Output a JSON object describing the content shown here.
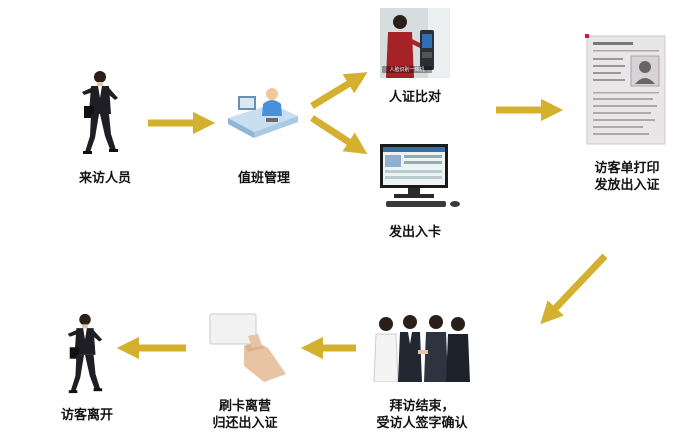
{
  "accent_color": "#d4b02f",
  "nodes": {
    "visitor": {
      "label": "来访人员",
      "icon": "walking-businessman-icon"
    },
    "duty": {
      "label": "值班管理",
      "icon": "reception-desk-icon"
    },
    "id_check": {
      "label": "人证比对",
      "icon": "id-verification-terminal-icon",
      "screen_text": "人脸识别一体机"
    },
    "issue_card": {
      "label": "发出入卡",
      "icon": "desktop-computer-icon"
    },
    "print": {
      "label": "访客单打印\n发放出入证",
      "icon": "visitor-slip-icon"
    },
    "confirm": {
      "label": "拜访结束，\n受访人签字确认",
      "icon": "handshake-icon"
    },
    "swipe": {
      "label": "刷卡离营\n归还出入证",
      "icon": "hand-holding-card-icon"
    },
    "leave": {
      "label": "访客离开",
      "icon": "walking-businessman-icon"
    }
  }
}
